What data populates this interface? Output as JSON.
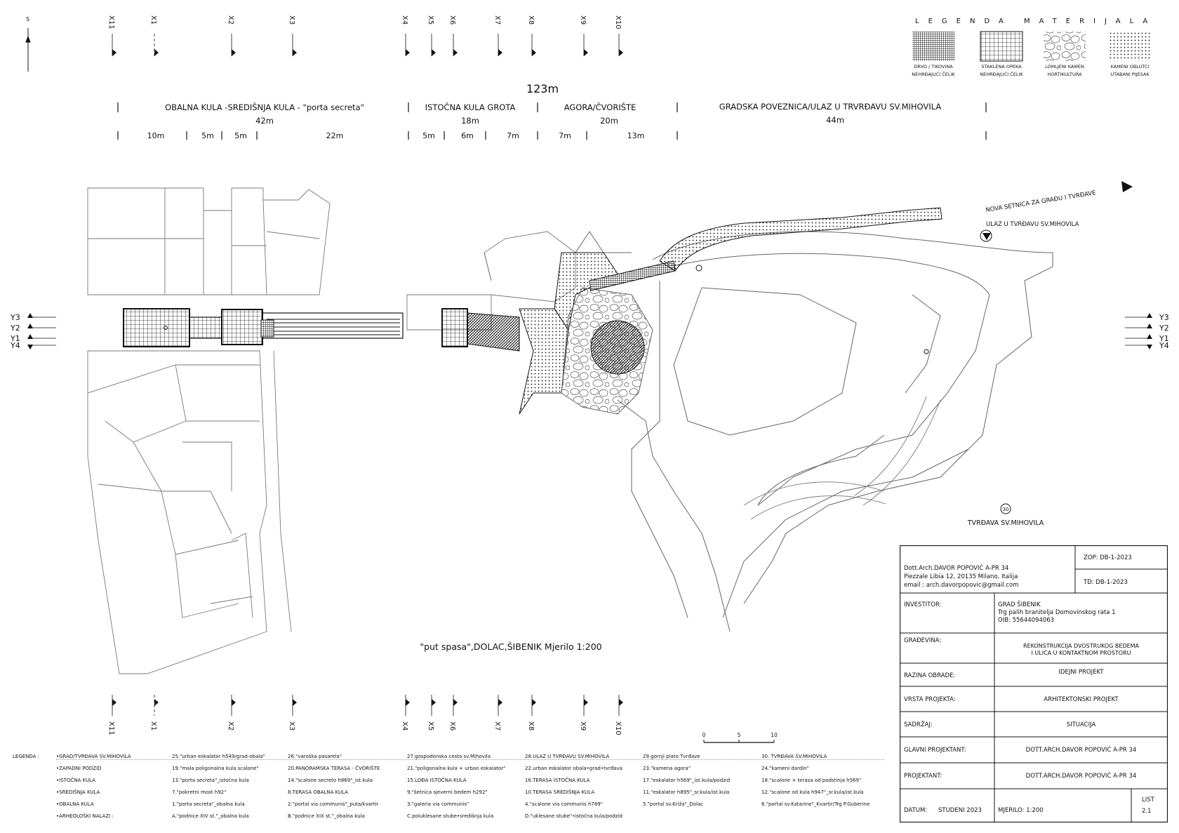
{
  "header": {
    "total_length": "123m",
    "sections": [
      {
        "label": "OBALNA KULA -SREDIŠNJA KULA - \"porta secreta\"",
        "length": "42m"
      },
      {
        "label": "ISTOČNA KULA GROTA",
        "length": "18m"
      },
      {
        "label": "AGORA/ČVORIŠTE",
        "length": "20m"
      },
      {
        "label": "GRADSKA POVEZNICA/ULAZ U TRVRĐAVU SV.MIHOVILA",
        "length": "44m"
      }
    ],
    "sub_lengths": [
      "10m",
      "5m",
      "5m",
      "22m",
      "5m",
      "6m",
      "7m",
      "7m",
      "13m"
    ]
  },
  "axes_x": [
    "X11",
    "X1",
    "X2",
    "X3",
    "X4",
    "X5",
    "X6",
    "X7",
    "X8",
    "X9",
    "X10"
  ],
  "axes_y": [
    "Y3",
    "Y2",
    "Y1",
    "Y4"
  ],
  "north": "S",
  "material_legend": {
    "title": "LEGENDA MATERIJALA",
    "items": [
      {
        "line1": "DRVO / TIKOVINA",
        "line2": "NEHRĐAJUĆI ČELIK"
      },
      {
        "line1": "STAKLENA OPEKA",
        "line2": "NEHRĐAJUĆI ČELIK"
      },
      {
        "line1": "LOMLJENI KAMEN",
        "line2": "HORTIKULTURA"
      },
      {
        "line1": "KAMENI OBLUTCI",
        "line2": "UTABANI PIJESAK"
      }
    ]
  },
  "plan_labels": {
    "new_path": "NOVA SETNICA ZA GRAĐU I TVRĐAVE",
    "entrance": "ULAZ U TVRĐAVU SV.MIHOVILA",
    "fortress": "TVRĐAVA SV.MIHOVILA",
    "fortress_number": "30",
    "caption": "\"put spasa\",DOLAC,ŠIBENIK  Mjerilo 1:200",
    "scale_ticks": [
      "0",
      "5",
      "10"
    ]
  },
  "bottom_legend": {
    "title": "LEGENDA :",
    "rows": [
      [
        "•GRAD/TVRĐAVA SV.MIHOVILA",
        "25.\"urban eskalator h549/grad-obala\"",
        "26.\"varoška pasarela\"",
        "27.gospodonska cesta sv.Mihovila",
        "28.ULAZ U TVRĐAVU SV.MIHOVILA",
        "29.gornji plato Tvrđave",
        "30. TVRĐAVA SV.MIHOVILA"
      ],
      [
        "•ZAPADNI PODZID",
        "19.\"mala poligonalna kula scalone\"",
        "20.PANORAMSKA TERASA - ČVORIŠTE",
        "21.\"poligonalna kula + urban eskalator\"",
        "22.urban eskalator obala•grad•tvrđava",
        "23.\"kamena agora\"",
        "24.\"kameni dardin\""
      ],
      [
        "•ISTOČNA KULA",
        "13.\"porta secreta\"_istočna kula",
        "14.\"scalone secreto h869\"_ist.kula",
        "15.LOĐA ISTOČNA KULA",
        "16.TERASA ISTOČNA KULA",
        "17.\"eskalator h569\"_ist.kula/podzid",
        "18.\"scalone + terasa od podstinja h569\""
      ],
      [
        "•SREDIŠNJA KULA",
        "7.\"pokretni most h92\"",
        "8.TERASA OBALNA KULA",
        "9.\"šetnica sjeverni bedem h292\"",
        "10.TERASA SREDIŠNJA KULA",
        "11.\"eskalator h895\"_sr.kula/ist.kula",
        "12.\"scalone od kula h947\"_sr.kula/ist.kula"
      ],
      [
        "•OBALNA KULA",
        "1.\"porta secreta\"_obalna kula",
        "2.\"portal via communis\"_puta/kvartir",
        "3.\"galeria via communis\"",
        "4.\"scalone via communis h789\"",
        "5.\"portal sv.Križa\"_Dolac",
        "6.\"portal sv.Katarine\"_Kvartir/Trg P.Guberine"
      ],
      [
        "•ARHEOLOŠKI NALAZI :",
        "A.\"podnice XIV st.\"_obalna kula",
        "B.\"podnice XIX st.\"_obalna kula",
        "C.poluklesane stube•središnja kula",
        "D.\"uklesane stube\"•istočna kula/podzid",
        "",
        ""
      ]
    ]
  },
  "title_block": {
    "author_name": "Dott.Arch.DAVOR POPOVIĆ A-PR 34",
    "author_address": "Piezzale Libia 12, 20135 Milano, Italija",
    "author_email": "email : arch.davorpopovic@gmail.com",
    "zop": "ZOP: DB-1-2023",
    "td": "TD: DB-1-2023",
    "investitor_label": "INVESTITOR:",
    "investitor_l1": "GRAD ŠIBENIK",
    "investitor_l2": "Trg palih branitelja Domovinskog rata 1",
    "investitor_l3": "OIB: 55644094063",
    "gradevina_label": "GRAĐEVINA:",
    "gradevina_l1": "REKONSTRUKCIJA DVOSTRUKOG BEDEMA",
    "gradevina_l2": "I ULICA U KONTAKTNOM PROSTORU",
    "razina_label": "RAZINA OBRADE:",
    "razina_value": "IDEJNI PROJEKT",
    "vrsta_label": "VRSTA PROJEKTA:",
    "vrsta_value": "ARHITEKTONSKI PROJEKT",
    "sadrzaj_label": "SADRŽAJ:",
    "sadrzaj_value": "SITUACIJA",
    "glavni_label": "GLAVNI PROJEKTANT:",
    "glavni_value": "DOTT.ARCH.DAVOR POPOVIĆ A-PR 34",
    "projektant_label": "PROJEKTANT:",
    "projektant_value": "DOTT.ARCH.DAVOR POPOVIĆ A-PR 34",
    "datum_label": "DATUM:",
    "datum_value": "STUDENI 2023",
    "mjerilo": "MJERILO:  1:200",
    "list_label": "LIST",
    "list_value": "2.1"
  }
}
